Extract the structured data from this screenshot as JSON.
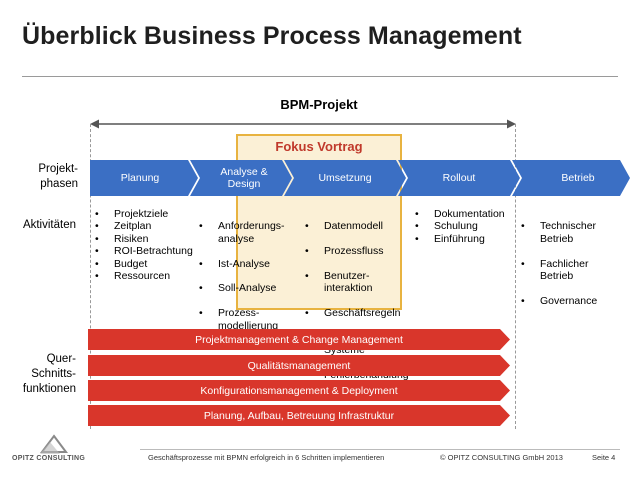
{
  "title": "Überblick Business Process Management",
  "bpm_label": "BPM-Projekt",
  "fokus_label": "Fokus Vortrag",
  "row_labels": {
    "phasen": "Projekt-\nphasen",
    "aktivitaeten": "Aktivitäten",
    "quer": "Quer-\nSchnitts-\nfunktionen"
  },
  "phases": [
    {
      "label": "Planung"
    },
    {
      "label": "Analyse &\nDesign"
    },
    {
      "label": "Umsetzung"
    },
    {
      "label": "Rollout"
    },
    {
      "label": "Betrieb"
    }
  ],
  "activities": [
    [
      "Projektziele",
      "Zeitplan",
      "Risiken",
      "ROI-Betrachtung",
      "Budget",
      "Ressourcen"
    ],
    [
      "Anforderungs-\nanalyse",
      "Ist-Analyse",
      "Soll-Analyse",
      "Prozess-\nmodellierung"
    ],
    [
      "Datenmodell",
      "Prozessfluss",
      "Benutzer-\ninteraktion",
      "Geschäftsregeln",
      "Integration externen\nSysteme",
      "Fehlerbehandlung"
    ],
    [
      "Dokumentation",
      "Schulung",
      "Einführung"
    ],
    [
      "Technischer\nBetrieb",
      "Fachlicher\nBetrieb",
      "Governance"
    ]
  ],
  "cross_functions": [
    "Projektmanagement & Change Management",
    "Qualitätsmanagement",
    "Konfigurationsmanagement & Deployment",
    "Planung, Aufbau, Betreuung Infrastruktur"
  ],
  "footer": {
    "logo_text": "OPITZ CONSULTING",
    "subtitle": "Geschäftsprozesse mit BPMN erfolgreich in 6 Schritten implementieren",
    "copyright": "© OPITZ CONSULTING GmbH 2013",
    "page": "Seite 4"
  },
  "colors": {
    "phase_blue": "#3b6fc4",
    "cross_red": "#d9362b",
    "fokus_border": "#e8b340",
    "fokus_fill": "#fbf0d6",
    "fokus_text": "#c0392b"
  }
}
